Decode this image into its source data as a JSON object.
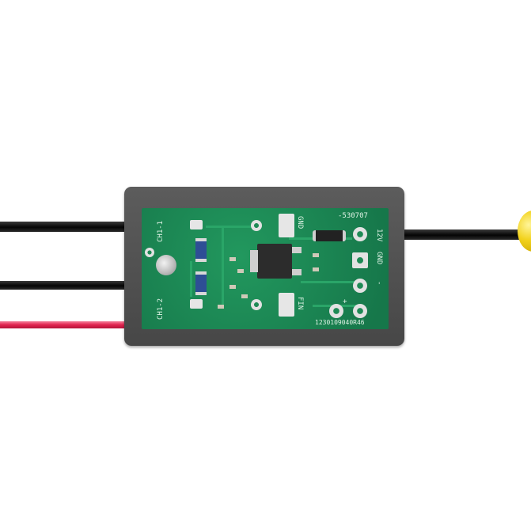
{
  "board_labels": {
    "part_number": "-530707",
    "pin_12v": "12V",
    "pin_gnd": "GND",
    "pin_minus": "-",
    "pin_plus": "+",
    "label_gnd_mid": "GND",
    "label_fin": "FIN",
    "label_ch1": "CH1-1",
    "label_ch2": "CH1-2",
    "serial": "1230109040R46"
  },
  "colors": {
    "housing": "#4f4f4f",
    "pcb": "#1e8a55",
    "wire_black": "#0a0a0a",
    "wire_red": "#e0234f",
    "wire_tip": "#f2d21c"
  }
}
